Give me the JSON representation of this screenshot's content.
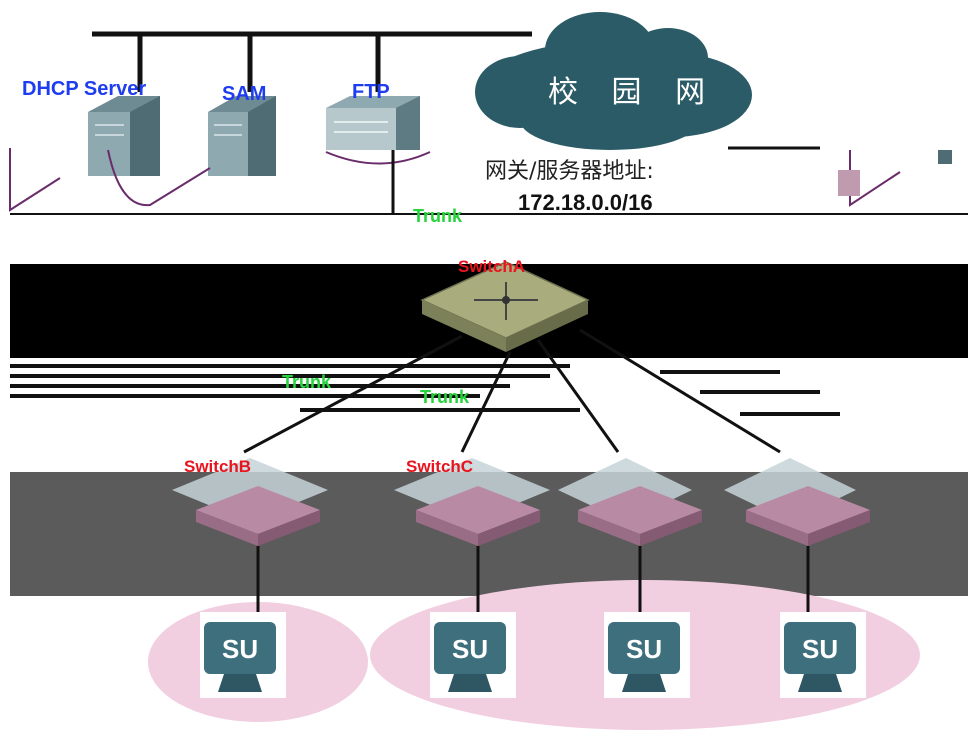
{
  "servers": {
    "dhcp": "DHCP Server",
    "sam": "SAM",
    "ftp": "FTP"
  },
  "cloud": {
    "label": "校 园 网"
  },
  "gateway": {
    "label": "网关/服务器地址:",
    "address": "172.18.0.0/16"
  },
  "switches": {
    "core": "SwitchA",
    "access_b": "SwitchB",
    "access_c": "SwitchC"
  },
  "links": {
    "trunk_top": "Trunk",
    "trunk_left": "Trunk",
    "trunk_mid": "Trunk"
  },
  "terminals": {
    "t1": "SU",
    "t2": "SU",
    "t3": "SU",
    "t4": "SU"
  },
  "colors": {
    "cloud": "#2b5b66",
    "core_switch": "#a9ad7e",
    "access_switch": "#b98aa4",
    "terminal": "#3d6f7c",
    "ellipse": "#f2cfe0",
    "label_blue": "#1e3cf0",
    "label_red": "#e8141e",
    "label_green": "#27d43b"
  }
}
